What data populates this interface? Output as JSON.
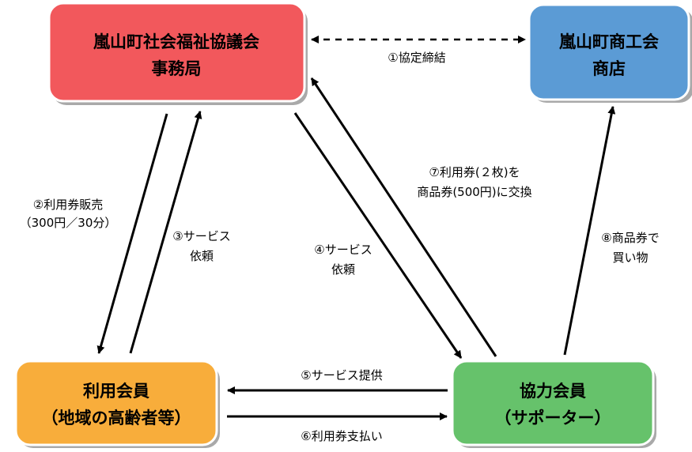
{
  "colors": {
    "council": "#f2585c",
    "chamber": "#5b9bd5",
    "member": "#f8ad3b",
    "supporter": "#66c26b",
    "shadow": "#a9a9a9",
    "arrow": "#000000"
  },
  "nodes": {
    "council": {
      "line1": "嵐山町社会福祉協議会",
      "line2": "事務局"
    },
    "chamber": {
      "line1": "嵐山町商工会",
      "line2": "商店"
    },
    "member": {
      "line1": "利用会員",
      "line2": "（地域の高齢者等）"
    },
    "supporter": {
      "line1": "協力会員",
      "line2": "（サポーター）"
    }
  },
  "edges": {
    "agreement": "①協定締結",
    "sale": {
      "line1": "②利用券販売",
      "line2": "（300円／30分）"
    },
    "request_member": {
      "line1": "③サービス",
      "line2": "依頼"
    },
    "request_council": {
      "line1": "④サービス",
      "line2": "依頼"
    },
    "service": "⑤サービス提供",
    "payment": "⑥利用券支払い",
    "exchange": {
      "line1": "⑦利用券(２枚)を",
      "line2": "商品券(500円)に交換"
    },
    "shopping": {
      "line1": "⑧商品券で",
      "line2": "買い物"
    }
  }
}
